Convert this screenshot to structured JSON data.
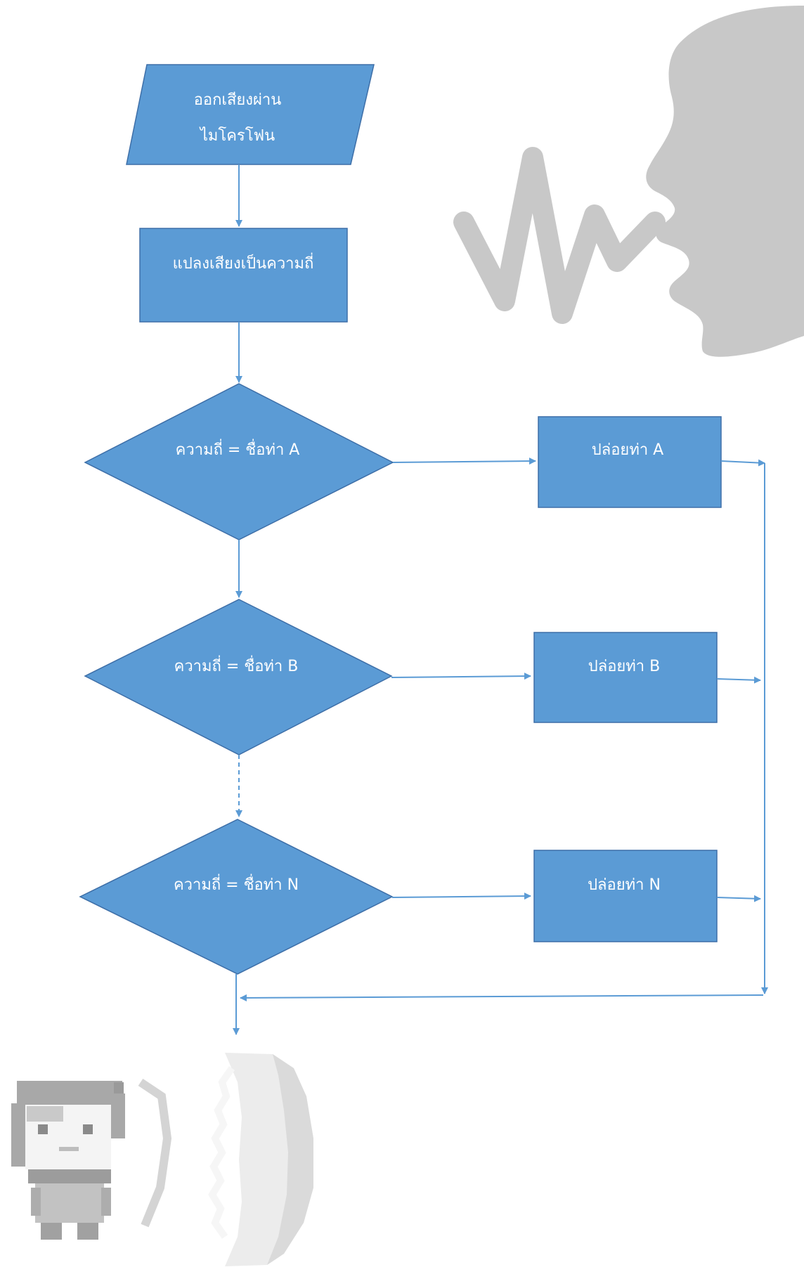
{
  "colors": {
    "shape_fill": "#5b9bd5",
    "shape_stroke": "#3e6fa8",
    "arrow": "#5b9bd5",
    "illustration_gray": "#c8c8c8"
  },
  "flowchart": {
    "input_node": {
      "line1": "ออกเสียงผ่าน",
      "line2": "ไมโครโฟน"
    },
    "process_node": {
      "label": "แปลงเสียงเป็นความถี่"
    },
    "decisions": [
      {
        "label": "ความถี่ = ชื่อท่า A"
      },
      {
        "label": "ความถี่ = ชื่อท่า B"
      },
      {
        "label": "ความถี่ = ชื่อท่า N"
      }
    ],
    "actions": [
      {
        "label": "ปล่อยท่า A"
      },
      {
        "label": "ปล่อยท่า B"
      },
      {
        "label": "ปล่อยท่า N"
      }
    ]
  },
  "illustrations": {
    "speaker": "speaking-head-soundwave-icon",
    "character": "pixel-character-shield-icon"
  }
}
